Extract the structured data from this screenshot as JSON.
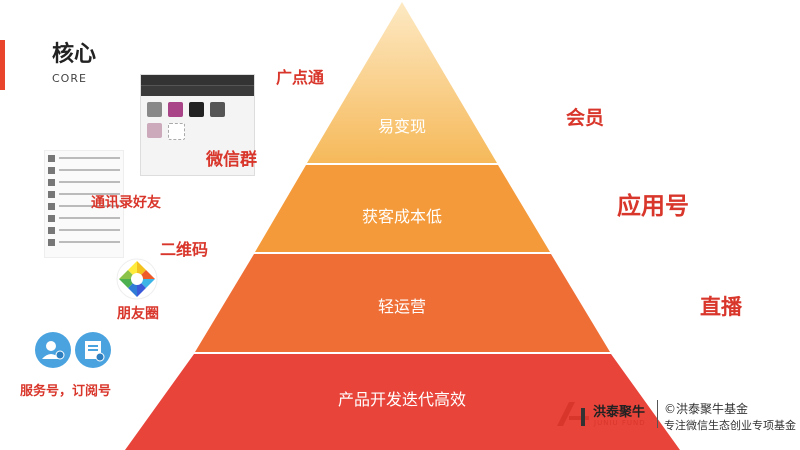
{
  "header": {
    "title": "核心",
    "subtitle": "CORE"
  },
  "pyramid": {
    "tiers": [
      "易变现",
      "获客成本低",
      "轻运营",
      "产品开发迭代高效"
    ],
    "colors": [
      "#f7c86a",
      "#f49a3a",
      "#ee6e36",
      "#e8443a"
    ]
  },
  "left_labels": [
    "广点通",
    "微信群",
    "通讯录好友",
    "二维码",
    "朋友圈",
    "服务号，订阅号"
  ],
  "right_labels": [
    "会员",
    "应用号",
    "直播"
  ],
  "footer": {
    "brand_cn": "洪泰聚牛",
    "brand_en": "JUNIU FUND",
    "copyright": "©洪泰聚牛基金",
    "tagline": "专注微信生态创业专项基金"
  }
}
